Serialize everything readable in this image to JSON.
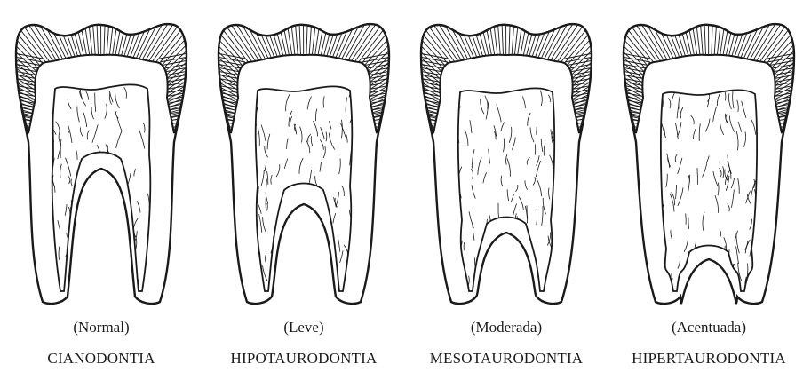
{
  "teeth": [
    {
      "degree": "(Normal)",
      "term": "CIANODONTIA"
    },
    {
      "degree": "(Leve)",
      "term": "HIPOTAURODONTIA"
    },
    {
      "degree": "(Moderada)",
      "term": "MESOTAURODONTIA"
    },
    {
      "degree": "(Acentuada)",
      "term": "HIPERTAURODONTIA"
    }
  ],
  "colors": {
    "ink": "#1a1a1a",
    "paper": "#ffffff"
  }
}
